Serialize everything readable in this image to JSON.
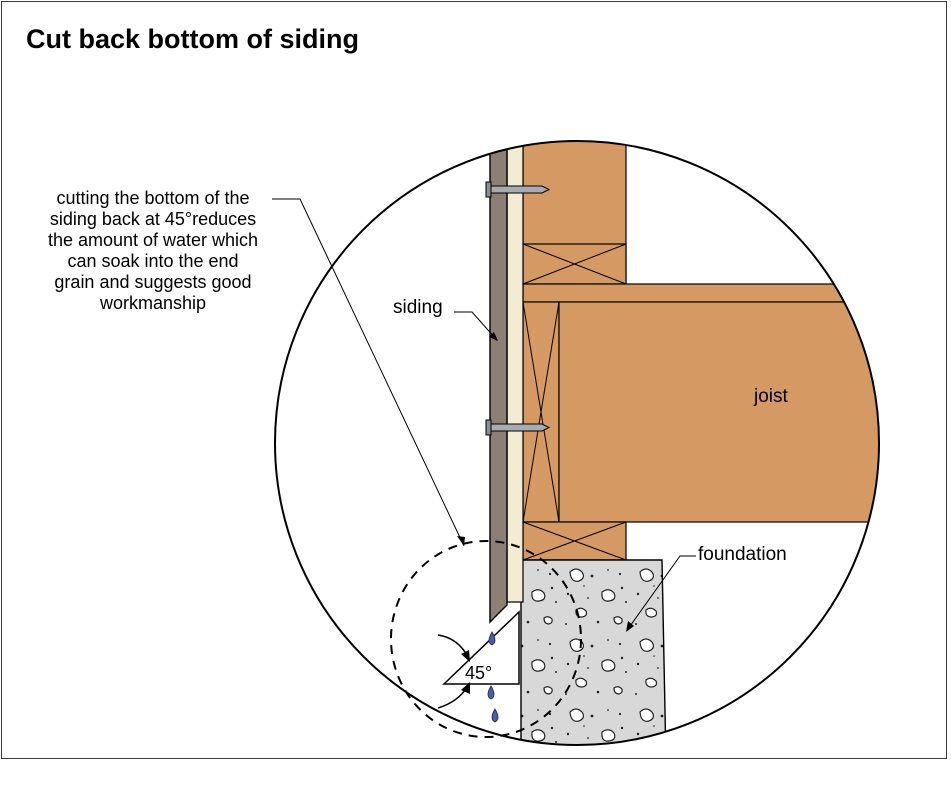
{
  "title": "Cut back bottom of siding",
  "annotation": {
    "lines": [
      "cutting the bottom of the",
      "siding back at 45°reduces",
      "the amount of water which",
      "can soak into the end",
      "grain and suggests good",
      "workmanship"
    ]
  },
  "labels": {
    "siding": "siding",
    "joist": "joist",
    "foundation": "foundation",
    "angle": "45°"
  },
  "colors": {
    "wood": "#d59a63",
    "siding": "#8c7f74",
    "sheathing": "#f4ebd5",
    "concrete": "#d8d8d8",
    "water": "#4a5fa8",
    "nail": "#8a8f96",
    "line": "#000000"
  }
}
